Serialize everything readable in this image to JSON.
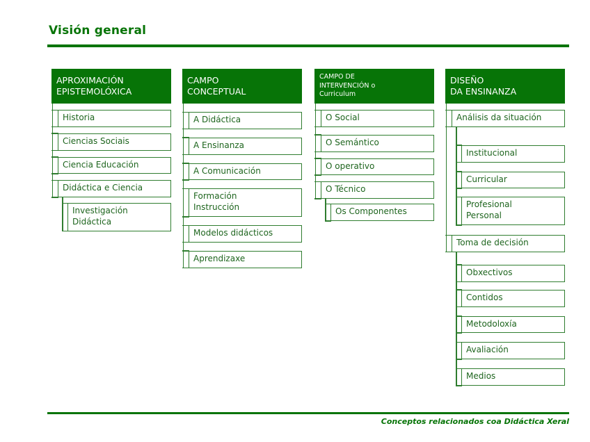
{
  "title": "Visión general",
  "footer": {
    "caption": "Conceptos relacionados coa Didáctica Xeral"
  },
  "colors": {
    "accent_green": "#077407",
    "box_border_green": "#2f7d2f",
    "box_text_green": "#1e651e",
    "header_text": "#ffffff",
    "background": "#ffffff"
  },
  "diagram": {
    "columns": [
      {
        "id": "aproximacion-epistemoloxica",
        "header": "APROXIMACIÓN\nEPISTEMOLÓXICA",
        "header_small": false,
        "item_gap": 9,
        "items": [
          {
            "label": "Historia",
            "indent": 0
          },
          {
            "label": "Ciencias Sociais",
            "indent": 0
          },
          {
            "label": "Ciencia Educación",
            "indent": 0
          },
          {
            "label": "Didáctica e Ciencia",
            "indent": 0
          },
          {
            "label": "Investigación\nDidáctica",
            "indent": 1,
            "gap_before": 8
          }
        ]
      },
      {
        "id": "campo-conceptual",
        "header": "CAMPO\nCONCEPTUAL",
        "header_small": false,
        "item_gap": 12,
        "items": [
          {
            "label": "A Didáctica",
            "indent": 0
          },
          {
            "label": "A Ensinanza",
            "indent": 0
          },
          {
            "label": "A Comunicación",
            "indent": 0
          },
          {
            "label": "Formación\nInstrucción",
            "indent": 0
          },
          {
            "label": "Modelos didácticos",
            "indent": 0
          },
          {
            "label": "Aprendizaxe",
            "indent": 0
          }
        ]
      },
      {
        "id": "campo-de-intervencion",
        "header": "CAMPO DE\nINTERVENCIÓN o\nCurriculum",
        "header_small": true,
        "item_gap": 9,
        "items": [
          {
            "label": "O Social",
            "indent": 0
          },
          {
            "label": "O Semántico",
            "indent": 0,
            "gap_before": 11
          },
          {
            "label": "O operativo",
            "indent": 0
          },
          {
            "label": "O Técnico",
            "indent": 0
          },
          {
            "label": "Os Componentes",
            "indent": 1,
            "gap_before": 7
          }
        ]
      },
      {
        "id": "diseno-da-ensinanza",
        "header": "DISEÑO\nDA ENSINANZA",
        "header_small": false,
        "item_gap": 13,
        "items": [
          {
            "label": "Análisis da situación",
            "indent": 0,
            "gap_before": 9
          },
          {
            "label": "Institucional",
            "indent": 1,
            "gap_before": 26
          },
          {
            "label": "Curricular",
            "indent": 1
          },
          {
            "label": "Profesional\nPersonal",
            "indent": 1,
            "gap_before": 12
          },
          {
            "label": "Toma de decisión",
            "indent": 0,
            "gap_before": 14
          },
          {
            "label": "Obxectivos",
            "indent": 1,
            "gap_before": 18
          },
          {
            "label": "Contidos",
            "indent": 1,
            "gap_before": 11
          },
          {
            "label": "Metodoloxía",
            "indent": 1
          },
          {
            "label": "Avaliación",
            "indent": 1
          },
          {
            "label": "Medios",
            "indent": 1
          }
        ]
      }
    ]
  }
}
